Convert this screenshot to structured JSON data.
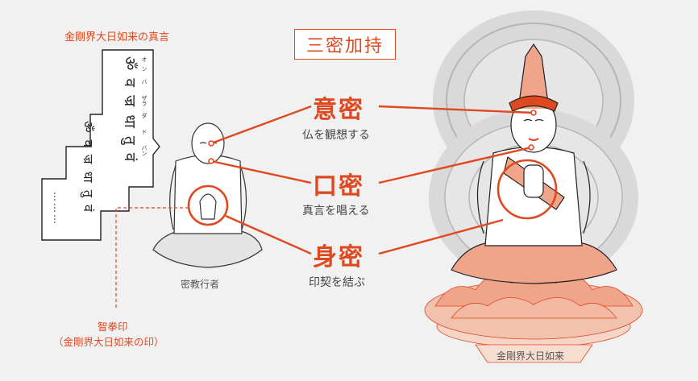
{
  "title": "三密加持",
  "mantra_heading": "金剛界大日如来の真言",
  "mantra_column1": "ॐ व ज्र धा तु वं",
  "mantra_column2": "ॐ व ज्र धा तु वं",
  "mantra_ellipsis": "………",
  "ruby": [
    "オ",
    "ン",
    "バ",
    "ザラ",
    "ダ",
    "ド",
    "バン"
  ],
  "mind": {
    "label": "意密",
    "desc": "仏を観想する"
  },
  "speech": {
    "label": "口密",
    "desc": "真言を唱える"
  },
  "body": {
    "label": "身密",
    "desc": "印契を結ぶ"
  },
  "practitioner_caption": "密教行者",
  "buddha_caption": "金剛界大日如来",
  "mudra_label_line1": "智拳印",
  "mudra_label_line2": "（金剛界大日如来の印）",
  "colors": {
    "accent": "#e0481f",
    "salmon": "#f0a58a",
    "halo": "#d7d7d7",
    "ink": "#222222"
  }
}
